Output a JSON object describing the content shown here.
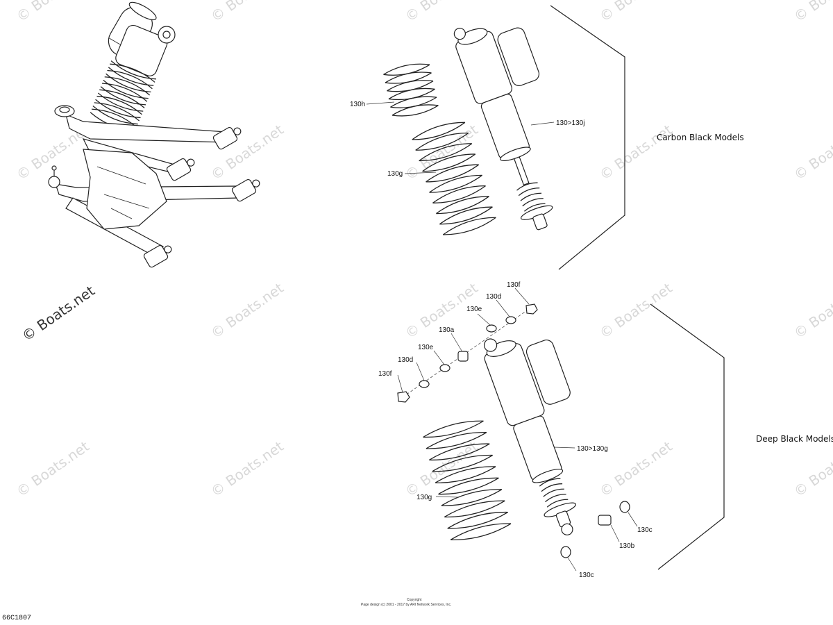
{
  "watermark": {
    "text": "© Boats.net"
  },
  "groups": {
    "carbon": {
      "title": "Carbon Black Models"
    },
    "deep": {
      "title": "Deep Black Models"
    }
  },
  "labels": {
    "carbon": [
      "130h",
      "130g",
      "130>130j"
    ],
    "deep_top": [
      "130f",
      "130d",
      "130e",
      "130a",
      "130e",
      "130d",
      "130f"
    ],
    "deep_main": [
      "130>130g",
      "130g",
      "130c",
      "130b",
      "130c"
    ]
  },
  "footer": {
    "copyright": "Copyright",
    "design": "Page design (c) 2001 - 2017 by ARI Network Services, Inc."
  },
  "diagram_id": "66C1807"
}
